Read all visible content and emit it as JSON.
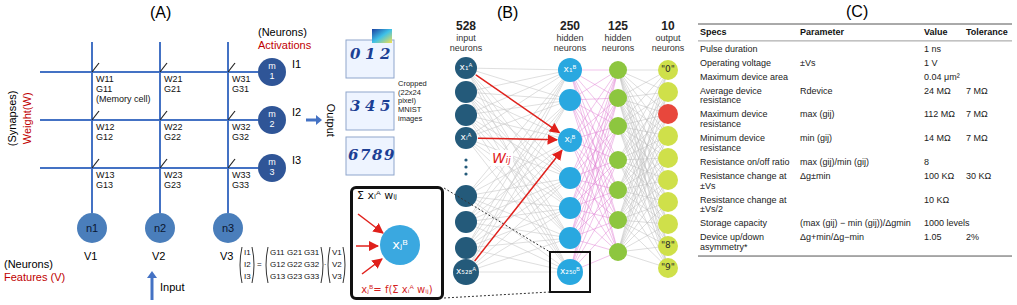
{
  "diagram": {
    "nodes": [
      {
        "text": [
          "m 1"
        ]
      },
      {
        "text": [
          "m 2"
        ]
      },
      {
        "text": [
          "m 3"
        ]
      },
      {
        "text": [
          "n1"
        ]
      },
      {
        "text": [
          "n2"
        ]
      },
      {
        "text": [
          "n3"
        ]
      },
      {
        "text": [
          "Σ xᵢᴬ wᵢⱼ",
          "xⱼᴮ= f(Σ xᵢᴬ wᵢⱼ)"
        ]
      },
      {
        "text": [
          "xⱼᴮ"
        ],
        "in": 6
      },
      {
        "text": [
          "x₁ᴬ"
        ]
      },
      {
        "text": [
          "xᵢᴬ"
        ]
      },
      {
        "text": [
          "x₅₂₈ᴬ"
        ]
      },
      {
        "text": [
          "x₁ᴮ"
        ]
      },
      {
        "text": [
          "xⱼᴮ"
        ]
      },
      {
        "text": [
          "x₂₅₀ᴮ"
        ]
      },
      {
        "text": [
          "\"0\""
        ]
      },
      {
        "text": [
          "\"8\""
        ]
      },
      {
        "text": [
          "\"9\""
        ]
      }
    ],
    "edges": [
      {
        "from": 8,
        "to": 12,
        "arrow": "to"
      },
      {
        "from": 9,
        "to": 12,
        "arrow": "to"
      },
      {
        "from": 10,
        "to": 12,
        "arrow": "to"
      }
    ],
    "labels": [
      "(A)",
      "(Neurons)",
      "Activations",
      "I1",
      "I2",
      "I3",
      "Output",
      "(Synapses)",
      "Weight(W)",
      "W11",
      "G11",
      "(Memory cell)",
      "W21",
      "G21",
      "W31",
      "G31",
      "W12",
      "G12",
      "W22",
      "G22",
      "W32",
      "G32",
      "W13",
      "G13",
      "W23",
      "G23",
      "W33",
      "G33",
      "V1",
      "V2",
      "V3",
      "(Neurons)",
      "Features (V)",
      "Input",
      "I1",
      "I2",
      "I3",
      "=",
      "G11",
      "G21",
      "G31",
      "G12",
      "G22",
      "G32",
      "G13",
      "G23",
      "G33",
      ".",
      "V1",
      "V2",
      "V3",
      "(B)",
      "528",
      "input neurons",
      "250",
      "hidden neurons",
      "125",
      "hidden neurons",
      "10",
      "output neurons",
      "Cropped (22x24 pixel) MNIST images",
      "0",
      "1",
      "2",
      "3",
      "4",
      "5",
      "6",
      "7",
      "8",
      "9",
      "Wᵢⱼ",
      "(C)",
      "Specs",
      "Parameter",
      "Value",
      "Tolerance",
      "Pulse duration",
      "1 ns",
      "Operating voltage",
      "±Vs",
      "1 V",
      "Maximum device area",
      "0.04 μm²",
      "Average device resistance",
      "Rdevice",
      "24 MΩ",
      "7 MΩ",
      "Maximum device resistance",
      "max (gij)",
      "112 MΩ",
      "7 MΩ",
      "Minimum device resistance",
      "min (gij)",
      "14 MΩ",
      "7 MΩ",
      "Resistance on/off ratio",
      "max (gij)/min (gij)",
      "8",
      "Resistance change at ±Vs",
      "Δg±min",
      "100 KΩ",
      "30 KΩ",
      "Resistance change at ±Vs/2",
      "10 KΩ",
      "Storage capacity",
      "(max (gij) − min (gij))/Δgmin",
      "1000 levels",
      "Device up/down asymmetry*",
      "Δg+min/Δg−min",
      "1.05",
      "2%"
    ]
  }
}
